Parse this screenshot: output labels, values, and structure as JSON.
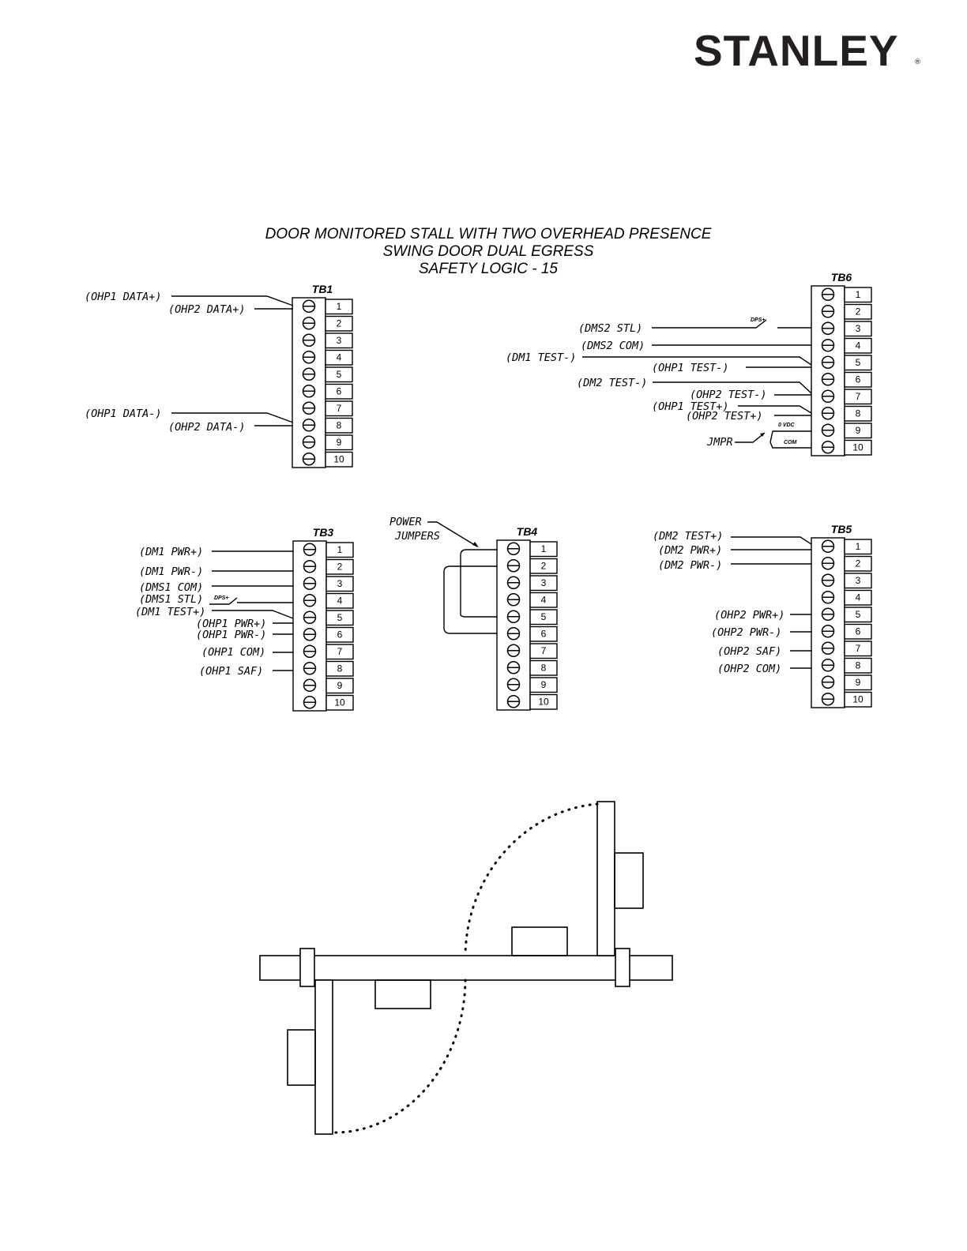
{
  "logo": {
    "text": "STANLEY",
    "reg": "®"
  },
  "title": {
    "line1": "DOOR MONITORED STALL WITH TWO OVERHEAD PRESENCE",
    "line2": "SWING DOOR DUAL EGRESS",
    "line3": "SAFETY LOGIC - 15"
  },
  "terminal_blocks": {
    "TB1": {
      "name": "TB1",
      "terminals": [
        "1",
        "2",
        "3",
        "4",
        "5",
        "6",
        "7",
        "8",
        "9",
        "10"
      ],
      "labels": {
        "ohp1_data_pos": "(OHP1 DATA+)",
        "ohp2_data_pos": "(OHP2 DATA+)",
        "ohp1_data_neg": "(OHP1 DATA-)",
        "ohp2_data_neg": "(OHP2 DATA-)"
      }
    },
    "TB6": {
      "name": "TB6",
      "terminals": [
        "1",
        "2",
        "3",
        "4",
        "5",
        "6",
        "7",
        "8",
        "9",
        "10"
      ],
      "labels": {
        "dps": "DPS+",
        "dms2_stl": "(DMS2 STL)",
        "dms2_com": "(DMS2 COM)",
        "dm1_test_neg": "(DM1 TEST-)",
        "ohp1_test_neg": "(OHP1 TEST-)",
        "dm2_test_neg": "(DM2 TEST-)",
        "ohp2_test_neg": "(OHP2 TEST-)",
        "ohp1_test_pos": "(OHP1 TEST+)",
        "ohp2_test_pos": "(OHP2 TEST+)",
        "zero_vdc": "0 VDC",
        "com": "COM",
        "jmpr": "JMPR"
      }
    },
    "TB3": {
      "name": "TB3",
      "terminals": [
        "1",
        "2",
        "3",
        "4",
        "5",
        "6",
        "7",
        "8",
        "9",
        "10"
      ],
      "labels": {
        "dm1_pwr_pos": "(DM1 PWR+)",
        "dm1_pwr_neg": "(DM1 PWR-)",
        "dms1_com": "(DMS1 COM)",
        "dms1_stl": "(DMS1 STL)",
        "dps": "DPS+",
        "dm1_test_pos": "(DM1 TEST+)",
        "ohp1_pwr_pos": "(OHP1 PWR+)",
        "ohp1_pwr_neg": "(OHP1 PWR-)",
        "ohp1_com": "(OHP1 COM)",
        "ohp1_saf": "(OHP1 SAF)"
      }
    },
    "TB4": {
      "name": "TB4",
      "terminals": [
        "1",
        "2",
        "3",
        "4",
        "5",
        "6",
        "7",
        "8",
        "9",
        "10"
      ],
      "labels": {
        "power": "POWER",
        "jumpers": "JUMPERS"
      }
    },
    "TB5": {
      "name": "TB5",
      "terminals": [
        "1",
        "2",
        "3",
        "4",
        "5",
        "6",
        "7",
        "8",
        "9",
        "10"
      ],
      "labels": {
        "dm2_test_pos": "(DM2 TEST+)",
        "dm2_pwr_pos": "(DM2 PWR+)",
        "dm2_pwr_neg": "(DM2 PWR-)",
        "ohp2_pwr_pos": "(OHP2 PWR+)",
        "ohp2_pwr_neg": "(OHP2 PWR-)",
        "ohp2_saf": "(OHP2 SAF)",
        "ohp2_com": "(OHP2 COM)"
      }
    }
  }
}
